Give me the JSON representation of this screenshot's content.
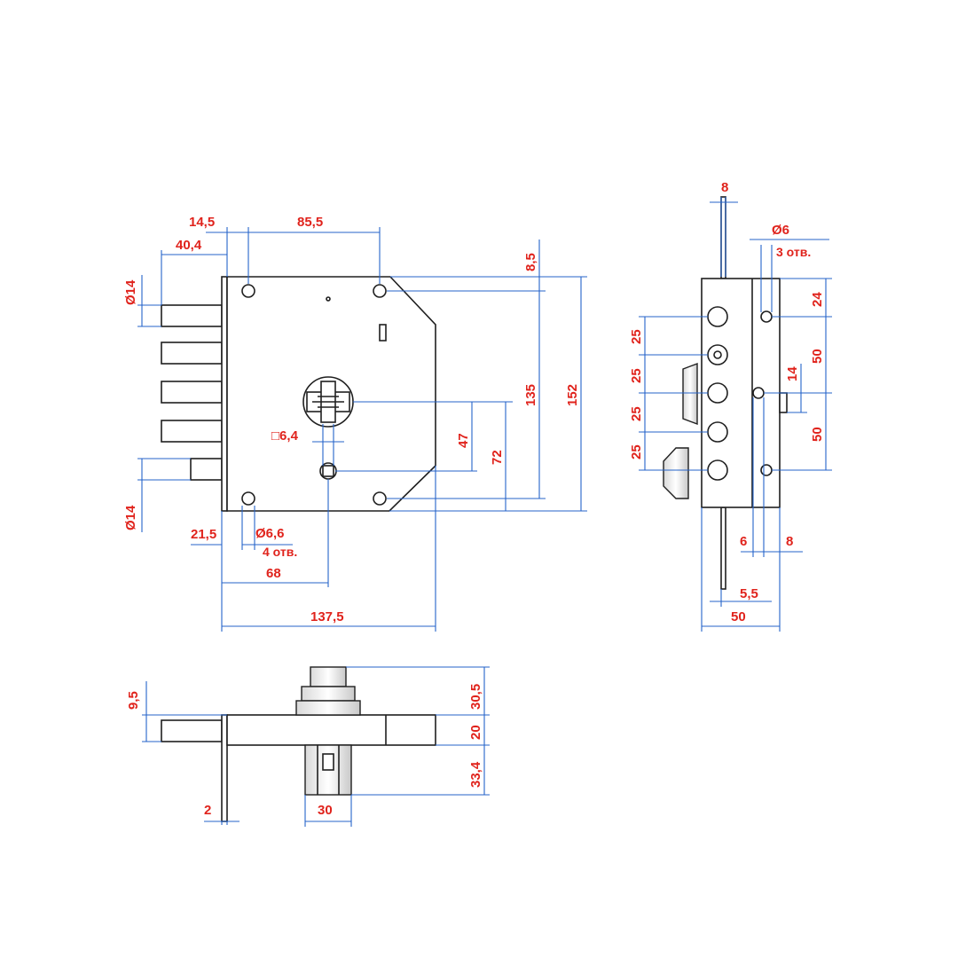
{
  "front_view": {
    "dim_14_5": "14,5",
    "dim_85_5": "85,5",
    "dim_40_4": "40,4",
    "dim_dia14_top": "Ø14",
    "dim_dia14_bottom": "Ø14",
    "dim_8_5": "8,5",
    "dim_135": "135",
    "dim_152": "152",
    "dim_47": "47",
    "dim_72": "72",
    "dim_sq_6_4": "□6,4",
    "dim_21_5": "21,5",
    "dim_dia6_6": "Ø6,6",
    "note_4_holes": "4 отв.",
    "dim_68": "68",
    "dim_137_5": "137,5"
  },
  "side_view": {
    "dim_8_top": "8",
    "dim_dia6": "Ø6",
    "note_3_holes": "3 отв.",
    "dim_24": "24",
    "dim_25_a": "25",
    "dim_25_b": "25",
    "dim_25_c": "25",
    "dim_25_d": "25",
    "dim_50_a": "50",
    "dim_14": "14",
    "dim_50_b": "50",
    "dim_6": "6",
    "dim_8_bottom": "8",
    "dim_5_5": "5,5",
    "dim_50_width": "50"
  },
  "top_view": {
    "dim_9_5": "9,5",
    "dim_30_5": "30,5",
    "dim_20": "20",
    "dim_33_4": "33,4",
    "dim_2": "2",
    "dim_30": "30"
  }
}
